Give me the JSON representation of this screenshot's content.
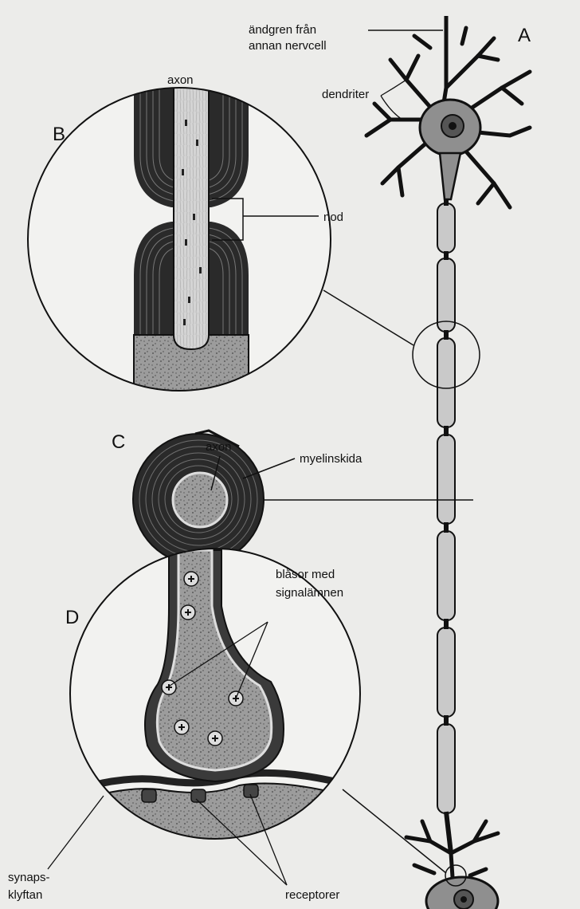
{
  "labels": {
    "panel_a": "A",
    "panel_b": "B",
    "panel_c": "C",
    "panel_d": "D",
    "terminal_line1": "ändgren från",
    "terminal_line2": "annan nervcell",
    "dendrites": "dendriter",
    "axon_b": "axon",
    "node": "nod",
    "axon_c": "axon",
    "myelin": "myelinskida",
    "vesicles_line1": "blåsor med",
    "vesicles_line2": "signalämnen",
    "cleft_line1": "synaps-",
    "cleft_line2": "klyftan",
    "receptors": "receptorer"
  },
  "colors": {
    "background": "#ececea",
    "ink": "#111111",
    "cell_fill": "#8f8f8f",
    "axon_fill": "#c9c9c9",
    "myelin_fill": "#2a2a2a"
  }
}
